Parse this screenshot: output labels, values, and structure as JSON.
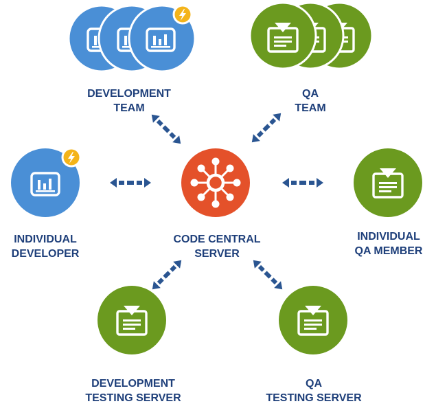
{
  "colors": {
    "developer_blue": "#4a8fd6",
    "qa_green": "#6b9a1f",
    "server_orange": "#e4512a",
    "bolt_yellow": "#f4b41a",
    "arrow_navy": "#2a5591",
    "label_navy": "#1e3f7a",
    "icon_white": "#ffffff"
  },
  "nodes": {
    "dev_team": {
      "icon": "dashboard-icon",
      "badge": "lightning-bolt-icon",
      "line1": "DEVELOPMENT",
      "line2": "TEAM"
    },
    "qa_team": {
      "icon": "clipboard-icon",
      "line1": "QA",
      "line2": "TEAM"
    },
    "individual_developer": {
      "icon": "dashboard-icon",
      "badge": "lightning-bolt-icon",
      "line1": "INDIVIDUAL",
      "line2": "DEVELOPER"
    },
    "server": {
      "icon": "hub-icon",
      "line1": "CODE CENTRAL",
      "line2": "SERVER"
    },
    "individual_qa": {
      "icon": "clipboard-icon",
      "line1": "INDIVIDUAL",
      "line2": "QA MEMBER"
    },
    "dev_testing_server": {
      "icon": "clipboard-icon",
      "line1": "DEVELOPMENT",
      "line2": "TESTING SERVER"
    },
    "qa_testing_server": {
      "icon": "clipboard-icon",
      "line1": "QA",
      "line2": "TESTING SERVER"
    }
  },
  "connections": [
    "dev_team <-> server",
    "qa_team <-> server",
    "individual_developer <-> server",
    "individual_qa <-> server",
    "dev_testing_server <-> server",
    "qa_testing_server <-> server"
  ]
}
